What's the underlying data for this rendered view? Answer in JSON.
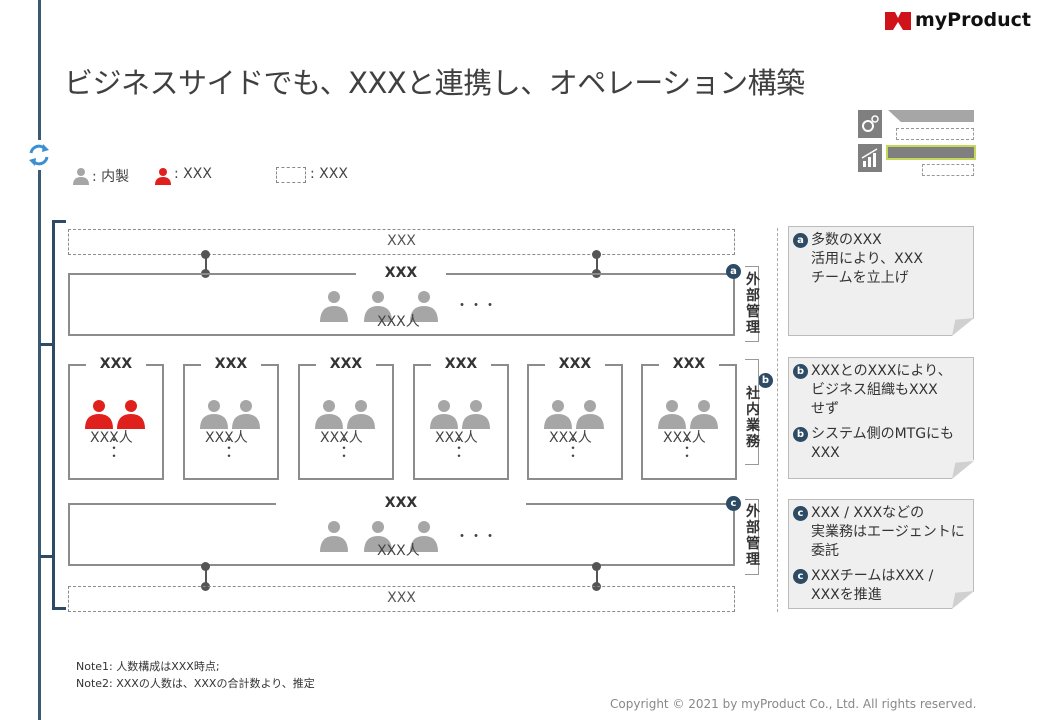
{
  "header": {
    "title": "ビジネスサイドでも、XXXと連携し、オペレーション構築",
    "logo_text": "myProduct"
  },
  "legend": {
    "internal": ": 内製",
    "external": ": XXX",
    "dashed": ": XXX"
  },
  "diagram": {
    "top_dashed_label": "XXX",
    "top_team": {
      "header": "XXX",
      "people_label": "XXX人",
      "ellipsis": "・・・",
      "badge": "a",
      "side_label": "外部管理"
    },
    "cards": [
      {
        "header": "XXX",
        "people_label": "XXX人",
        "ellipsis": "・\n・\n・"
      },
      {
        "header": "XXX",
        "people_label": "XXX人",
        "ellipsis": "・\n・\n・"
      },
      {
        "header": "XXX",
        "people_label": "XXX人",
        "ellipsis": "・\n・\n・"
      },
      {
        "header": "XXX",
        "people_label": "XXX人",
        "ellipsis": "・\n・\n・"
      },
      {
        "header": "XXX",
        "people_label": "XXX人",
        "ellipsis": "・\n・\n・"
      },
      {
        "header": "XXX",
        "people_label": "XXX人",
        "ellipsis": "・\n・\n・"
      }
    ],
    "middle_badge": "b",
    "middle_side_label": "社内業務",
    "bottom_team": {
      "header": "XXX",
      "people_label": "XXX人",
      "ellipsis": "・・・",
      "badge": "c",
      "side_label": "外部管理"
    },
    "bottom_dashed_label": "XXX"
  },
  "notes": [
    {
      "items": [
        {
          "badge": "a",
          "text": "多数のXXX\n活用により、XXX\nチームを立上げ"
        }
      ]
    },
    {
      "items": [
        {
          "badge": "b",
          "text": "XXXとのXXXにより、\nビジネス組織もXXX\nせず"
        },
        {
          "badge": "b",
          "text": "システム側のMTGにも\nXXX"
        }
      ]
    },
    {
      "items": [
        {
          "badge": "c",
          "text": "XXX / XXXなどの\n実業務はエージェントに\n委託"
        },
        {
          "badge": "c",
          "text": "XXXチームはXXX /\nXXXを推進"
        }
      ]
    }
  ],
  "footnotes": {
    "note1": "Note1:  人数構成はXXX時点;",
    "note2": "Note2:  XXXの人数は、XXXの合計数より、推定"
  },
  "copyright": "Copyright © 2021 by myProduct Co., Ltd.  All rights reserved.",
  "colors": {
    "accent_red": "#e0201c",
    "navy": "#2d4b64",
    "gray_person": "#a6a6a6",
    "highlight": "#c6d85a"
  }
}
